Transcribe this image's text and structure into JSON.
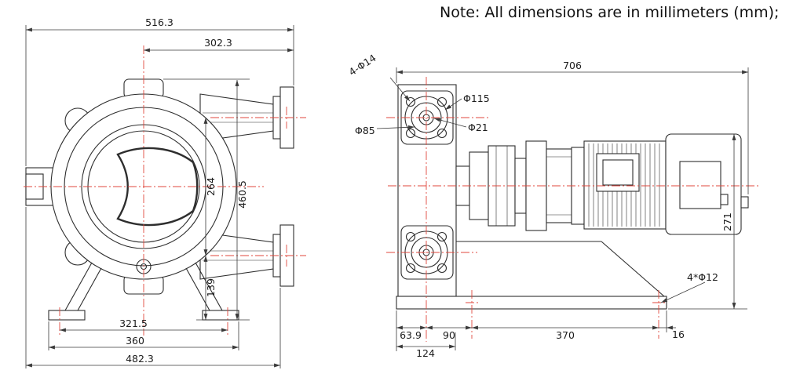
{
  "note": "Note: All dimensions are in millimeters (mm);",
  "colors": {
    "line": "#2e2e2e",
    "centerline": "#e0473d",
    "dimension": "#3a3a3a",
    "background": "#ffffff"
  },
  "front_view": {
    "title": "pump-front-view",
    "dimensions": {
      "overall_width": "516.3",
      "flange_to_center": "302.3",
      "port_center_spacing": "264",
      "overall_height": "460.5",
      "lower_port_to_base": "139",
      "foot_bolt_span": "321.5",
      "foot_outer_span": "360",
      "overall_base_width": "482.3"
    }
  },
  "side_view": {
    "title": "pump-side-view",
    "labels": {
      "flange_bolt_holes": "4-Φ14",
      "flange_diameter": "Φ115",
      "bolt_circle_diameter": "Φ85",
      "shaft_diameter": "Φ21",
      "base_mounting_holes": "4*Φ12"
    },
    "dimensions": {
      "overall_length": "706",
      "base_height": "271",
      "edge_to_flange_center": "63.9",
      "flange_center_to_hole": "90",
      "hole_spacing": "370",
      "hole_to_edge": "16",
      "pedestal_length": "124"
    }
  }
}
